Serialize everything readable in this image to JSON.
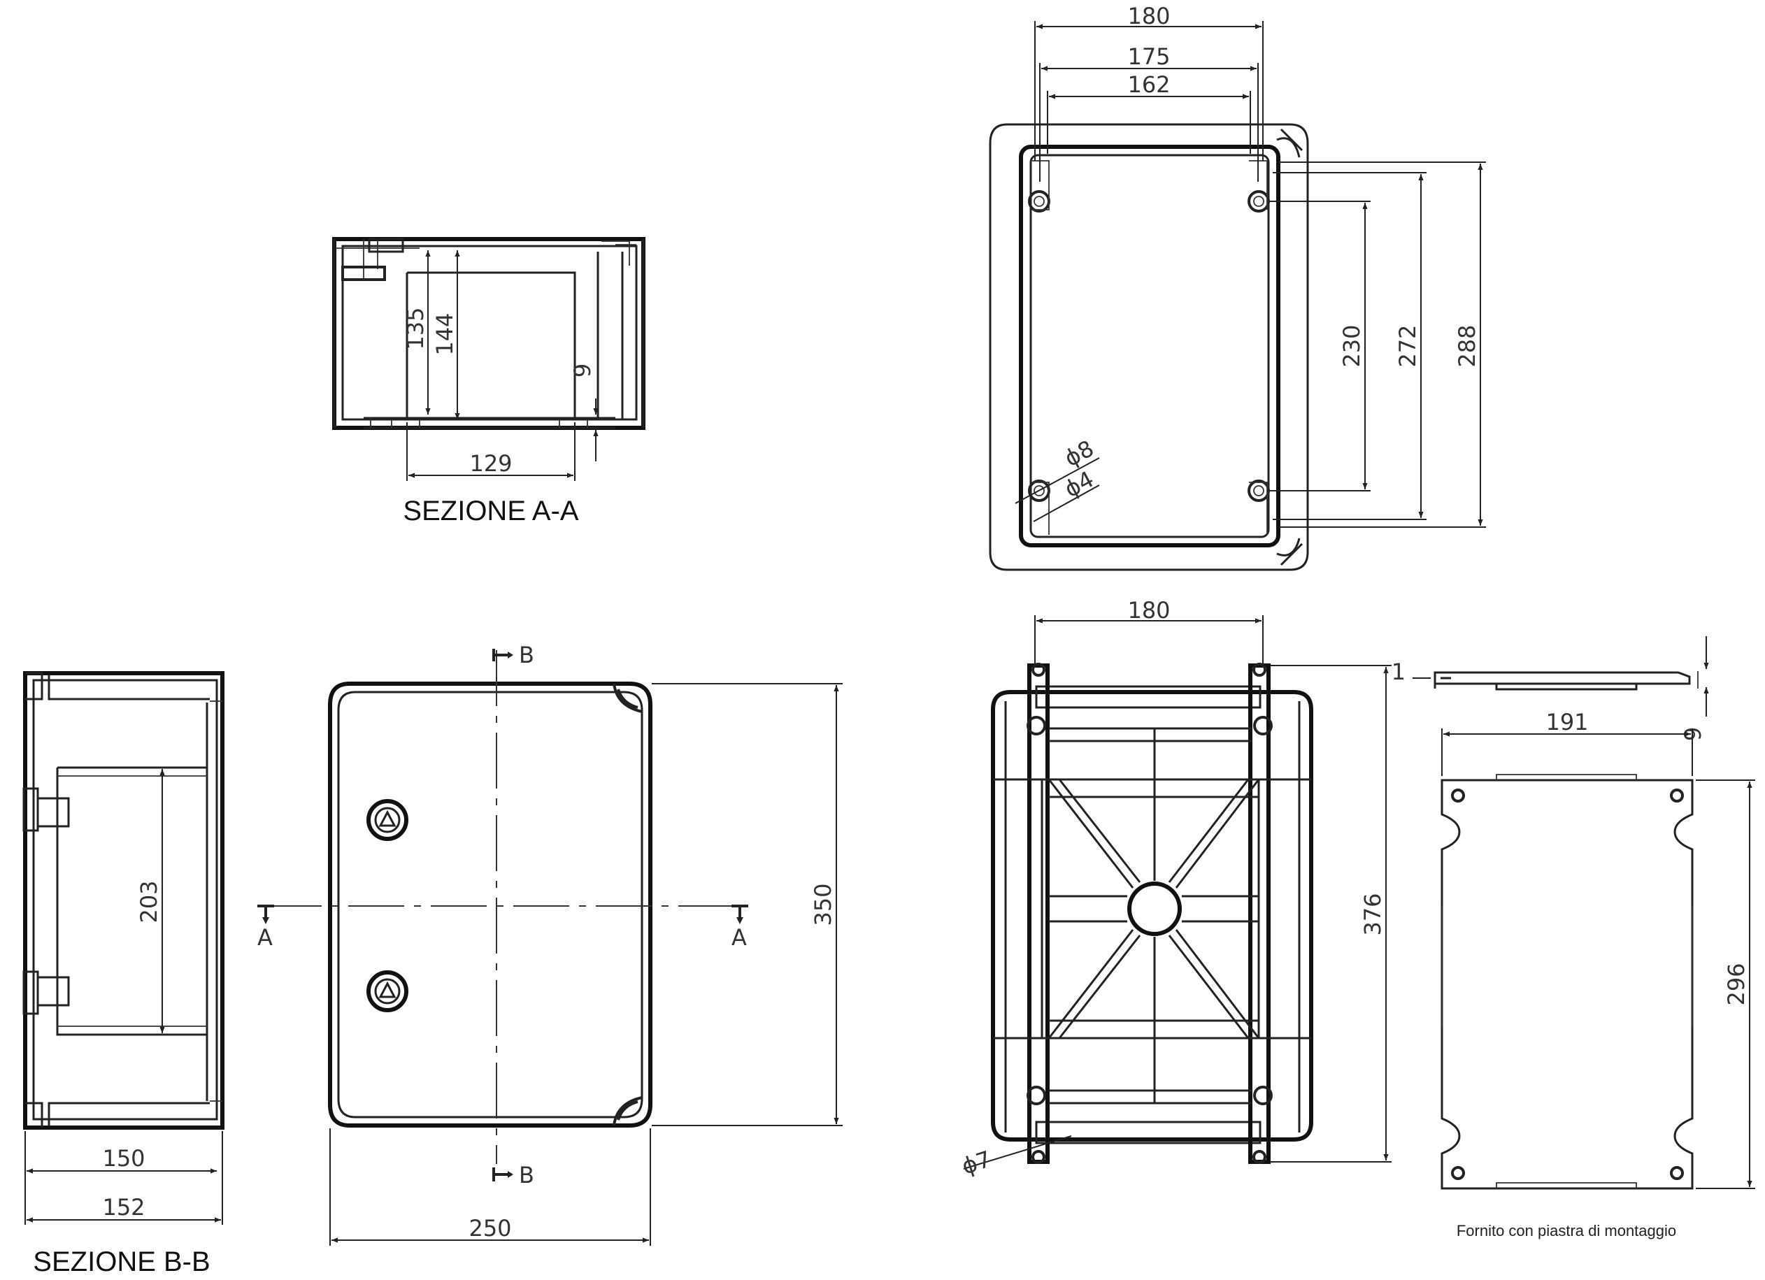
{
  "views": {
    "section_aa": {
      "title": "SEZIONE A-A",
      "dims": [
        "135",
        "144",
        "9",
        "129"
      ]
    },
    "section_bb": {
      "title": "SEZIONE B-B",
      "dims": [
        "203",
        "150",
        "152"
      ]
    },
    "front": {
      "dims": [
        "350",
        "250"
      ],
      "cut_marks": [
        "B",
        "B",
        "A",
        "A"
      ]
    },
    "top_right": {
      "dims": [
        "180",
        "175",
        "162",
        "230",
        "272",
        "288",
        "ϕ8",
        "ϕ4"
      ]
    },
    "bottom": {
      "dims": [
        "180",
        "376",
        "ϕ7"
      ]
    },
    "plate": {
      "dims": [
        "1",
        "9",
        "191",
        "296"
      ],
      "caption": "Fornito con piastra di montaggio"
    }
  }
}
